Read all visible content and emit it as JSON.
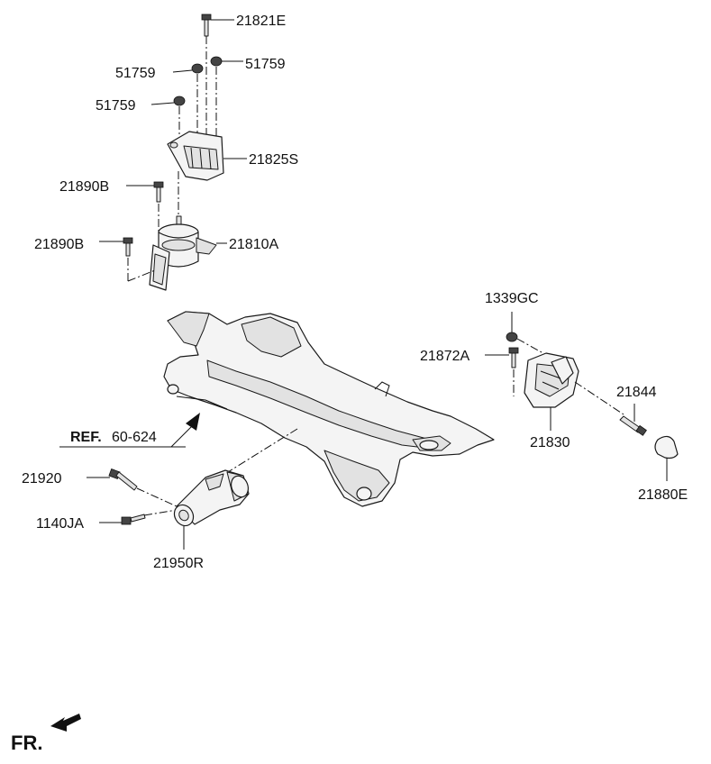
{
  "labels": {
    "p21821E": "21821E",
    "p51759a": "51759",
    "p51759b": "51759",
    "p51759c": "51759",
    "p21825S": "21825S",
    "p21890B_top": "21890B",
    "p21890B_bot": "21890B",
    "p21810A": "21810A",
    "p1339GC": "1339GC",
    "p21872A": "21872A",
    "p21844": "21844",
    "p21830": "21830",
    "p21880E": "21880E",
    "ref_prefix": "REF.",
    "ref_number": "60-624",
    "p21920": "21920",
    "p1140JA": "1140JA",
    "p21950R": "21950R"
  },
  "direction": {
    "label": "FR."
  }
}
